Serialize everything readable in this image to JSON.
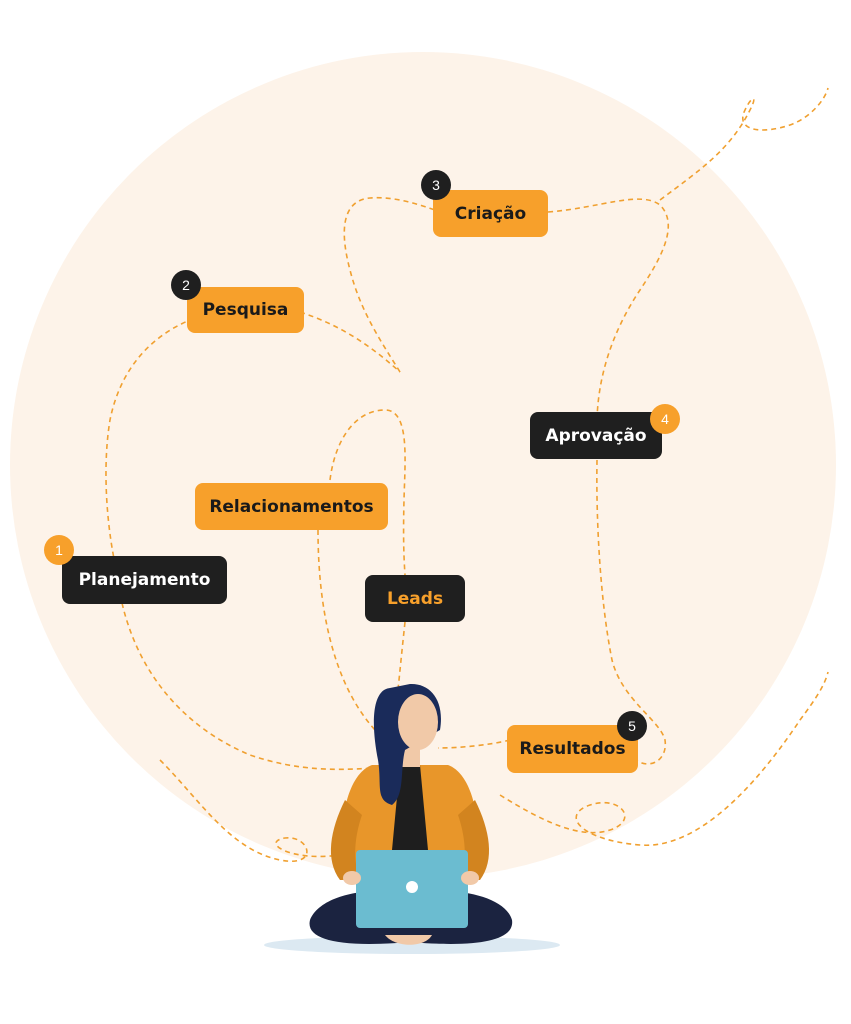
{
  "colors": {
    "background_circle": "#fdf3e9",
    "accent_orange": "#f7a02b",
    "dark": "#1f1f1f",
    "path_dash": "#f0a030"
  },
  "steps": [
    {
      "number": "1",
      "label": "Planejamento"
    },
    {
      "number": "2",
      "label": "Pesquisa"
    },
    {
      "number": "3",
      "label": "Criação"
    },
    {
      "number": "4",
      "label": "Aprovação"
    },
    {
      "number": "5",
      "label": "Resultados"
    }
  ],
  "extra_labels": {
    "relacionamentos": "Relacionamentos",
    "leads": "Leads"
  },
  "illustration": {
    "figure": "woman-with-laptop"
  }
}
